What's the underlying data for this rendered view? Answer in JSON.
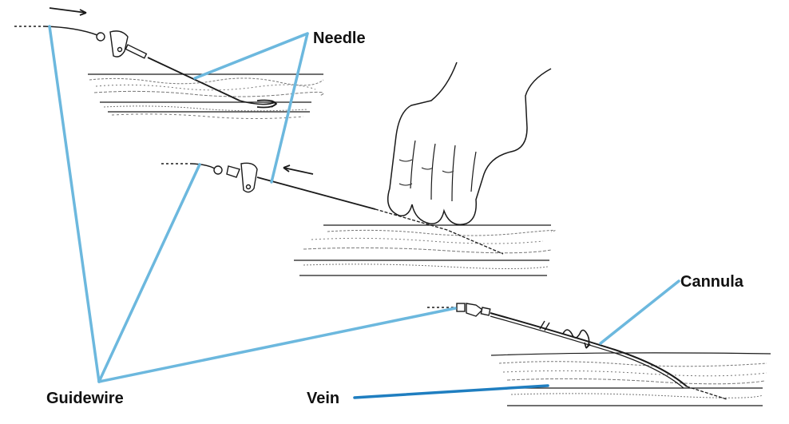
{
  "labels": {
    "needle": "Needle",
    "cannula": "Cannula",
    "guidewire": "Guidewire",
    "vein": "Vein"
  },
  "colors": {
    "leader_light": "#6cb8de",
    "leader_dark": "#1f7ec0",
    "ink": "#1a1a1a",
    "skin_texture": "#777777"
  }
}
